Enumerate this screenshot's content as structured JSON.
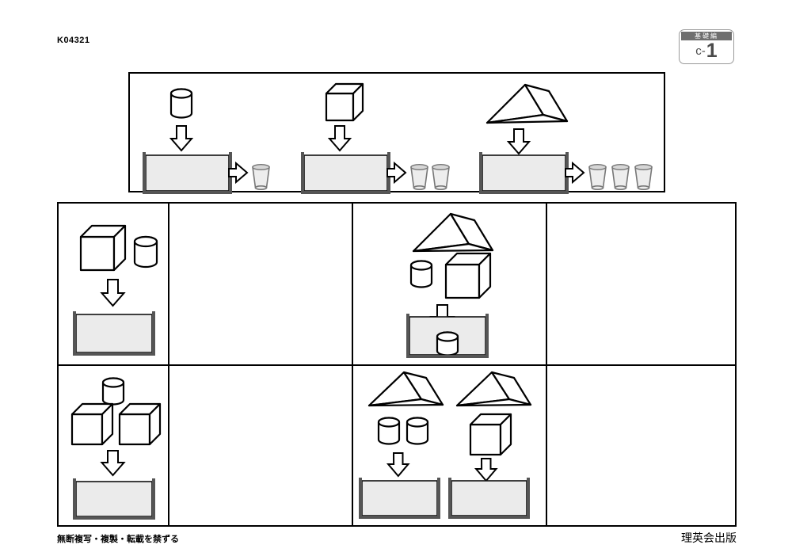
{
  "worksheet": {
    "code": "K04321",
    "badge": {
      "header": "基礎編",
      "level_prefix": "c-",
      "level_number": "1"
    },
    "footer_left": "無断複写・複製・転載を禁ずる",
    "footer_right": "理英会出版"
  },
  "example": {
    "name": "example-box",
    "items": [
      {
        "id": "ex-1",
        "shapes": [
          "cylinder"
        ],
        "arrow": "down-arrow",
        "tank": "empty-tank",
        "result_arrow": "right-arrow",
        "cups": 1
      },
      {
        "id": "ex-2",
        "shapes": [
          "cube"
        ],
        "arrow": "down-arrow",
        "tank": "empty-tank",
        "result_arrow": "right-arrow",
        "cups": 2
      },
      {
        "id": "ex-3",
        "shapes": [
          "triangular-prism"
        ],
        "arrow": "down-arrow",
        "tank": "empty-tank",
        "result_arrow": "right-arrow",
        "cups": 3
      }
    ]
  },
  "grid": {
    "columns": 4,
    "rows": 2,
    "cells": [
      {
        "id": "r1c1",
        "type": "question",
        "shapes": [
          "cube",
          "cylinder"
        ],
        "arrow": "down-arrow",
        "tank": "empty-tank"
      },
      {
        "id": "r1c2",
        "type": "answer",
        "shapes": [],
        "tank": null
      },
      {
        "id": "r1c3",
        "type": "question",
        "shapes": [
          "triangular-prism",
          "cylinder",
          "cube"
        ],
        "arrow": "down-arrow",
        "tank": "tank-with-cylinder"
      },
      {
        "id": "r1c4",
        "type": "answer",
        "shapes": [],
        "tank": null
      },
      {
        "id": "r2c1",
        "type": "question",
        "shapes": [
          "cylinder",
          "cube",
          "cube"
        ],
        "arrow": "down-arrow",
        "tank": "empty-tank"
      },
      {
        "id": "r2c2",
        "type": "answer",
        "shapes": [],
        "tank": null
      },
      {
        "id": "r2c3",
        "type": "question",
        "subgroups": [
          {
            "shapes": [
              "triangular-prism",
              "cylinder",
              "cylinder"
            ],
            "arrow": "down-arrow",
            "tank": "empty-tank"
          },
          {
            "shapes": [
              "triangular-prism",
              "cube"
            ],
            "arrow": "down-arrow",
            "tank": "empty-tank"
          }
        ]
      },
      {
        "id": "r2c4",
        "type": "answer",
        "shapes": [],
        "tank": null
      }
    ]
  },
  "colors": {
    "tank_fill": "#ebebeb",
    "tank_wall": "#555555",
    "badge_header_bg": "#6f6f6f",
    "badge_border": "#9a9a9a",
    "cup_fill": "#ededed",
    "line": "#000000"
  }
}
